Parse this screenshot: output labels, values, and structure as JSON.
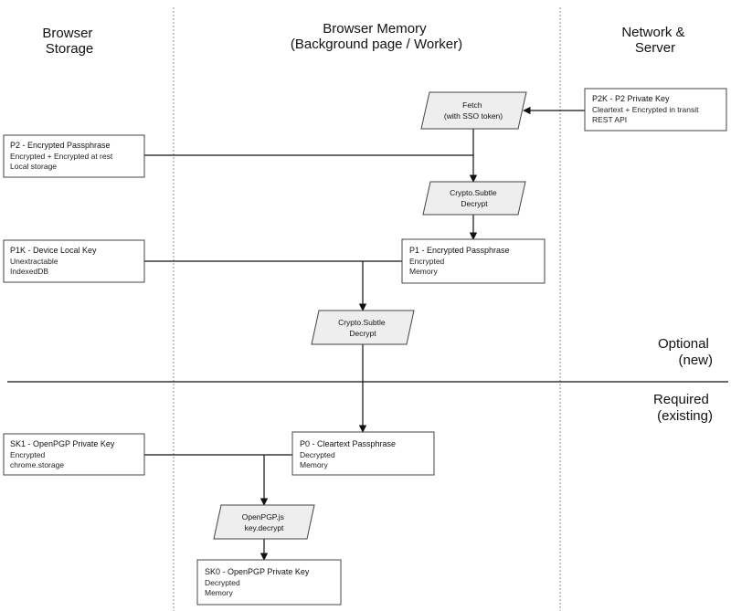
{
  "columns": {
    "storage": [
      "Browser",
      "Storage"
    ],
    "memory": [
      "Browser Memory",
      "(Background page / Worker)"
    ],
    "network": [
      "Network &",
      "Server"
    ]
  },
  "zones": {
    "optional": [
      "Optional",
      "(new)"
    ],
    "required": [
      "Required",
      "(existing)"
    ]
  },
  "boxes": {
    "p2k": {
      "title": "P2K - P2 Private Key",
      "lines": [
        "Cleartext + Encrypted in transit",
        "REST API"
      ]
    },
    "p2": {
      "title": "P2 - Encrypted Passphrase",
      "lines": [
        "Encrypted + Encrypted at rest",
        "Local storage"
      ]
    },
    "p1k": {
      "title": "P1K - Device Local Key",
      "lines": [
        "Unextractable",
        "IndexedDB"
      ]
    },
    "p1": {
      "title": "P1 - Encrypted Passphrase",
      "lines": [
        "Encrypted",
        "Memory"
      ]
    },
    "sk1": {
      "title": "SK1 - OpenPGP Private Key",
      "lines": [
        "Encrypted",
        "chrome.storage"
      ]
    },
    "p0": {
      "title": "P0 - Cleartext Passphrase",
      "lines": [
        "Decrypted",
        "Memory"
      ]
    },
    "sk0": {
      "title": "SK0 - OpenPGP Private Key",
      "lines": [
        "Decrypted",
        "Memory"
      ]
    }
  },
  "ops": {
    "fetch": [
      "Fetch",
      "(with SSO token)"
    ],
    "decrypt1": [
      "Crypto.Subtle",
      "Decrypt"
    ],
    "decrypt2": [
      "Crypto.Subtle",
      "Decrypt"
    ],
    "pgp": [
      "OpenPGP.js",
      "key.decrypt"
    ]
  }
}
